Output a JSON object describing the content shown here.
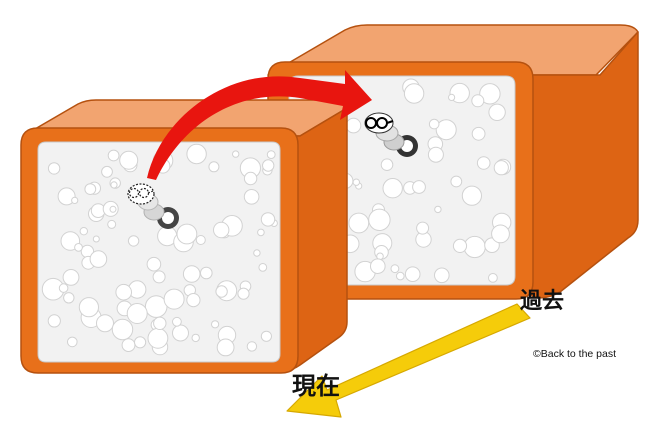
{
  "labels": {
    "past": "過去",
    "present": "現在"
  },
  "credit": "©Back to the past",
  "colors": {
    "box_front": "#e8701a",
    "box_top": "#f2a470",
    "box_side": "#dd6414",
    "box_edge": "#b5510f",
    "box_interior": "#f2f2f2",
    "bubble": "#ffffff",
    "bubble_stroke": "#d2d2d2",
    "jump_arrow": "#e8150f",
    "time_arrow": "#f5cc0a",
    "time_arrow_stroke": "#d6a800"
  },
  "icons": {
    "worm_past": "bookworm-icon",
    "worm_present": "bookworm-ghost-icon"
  }
}
